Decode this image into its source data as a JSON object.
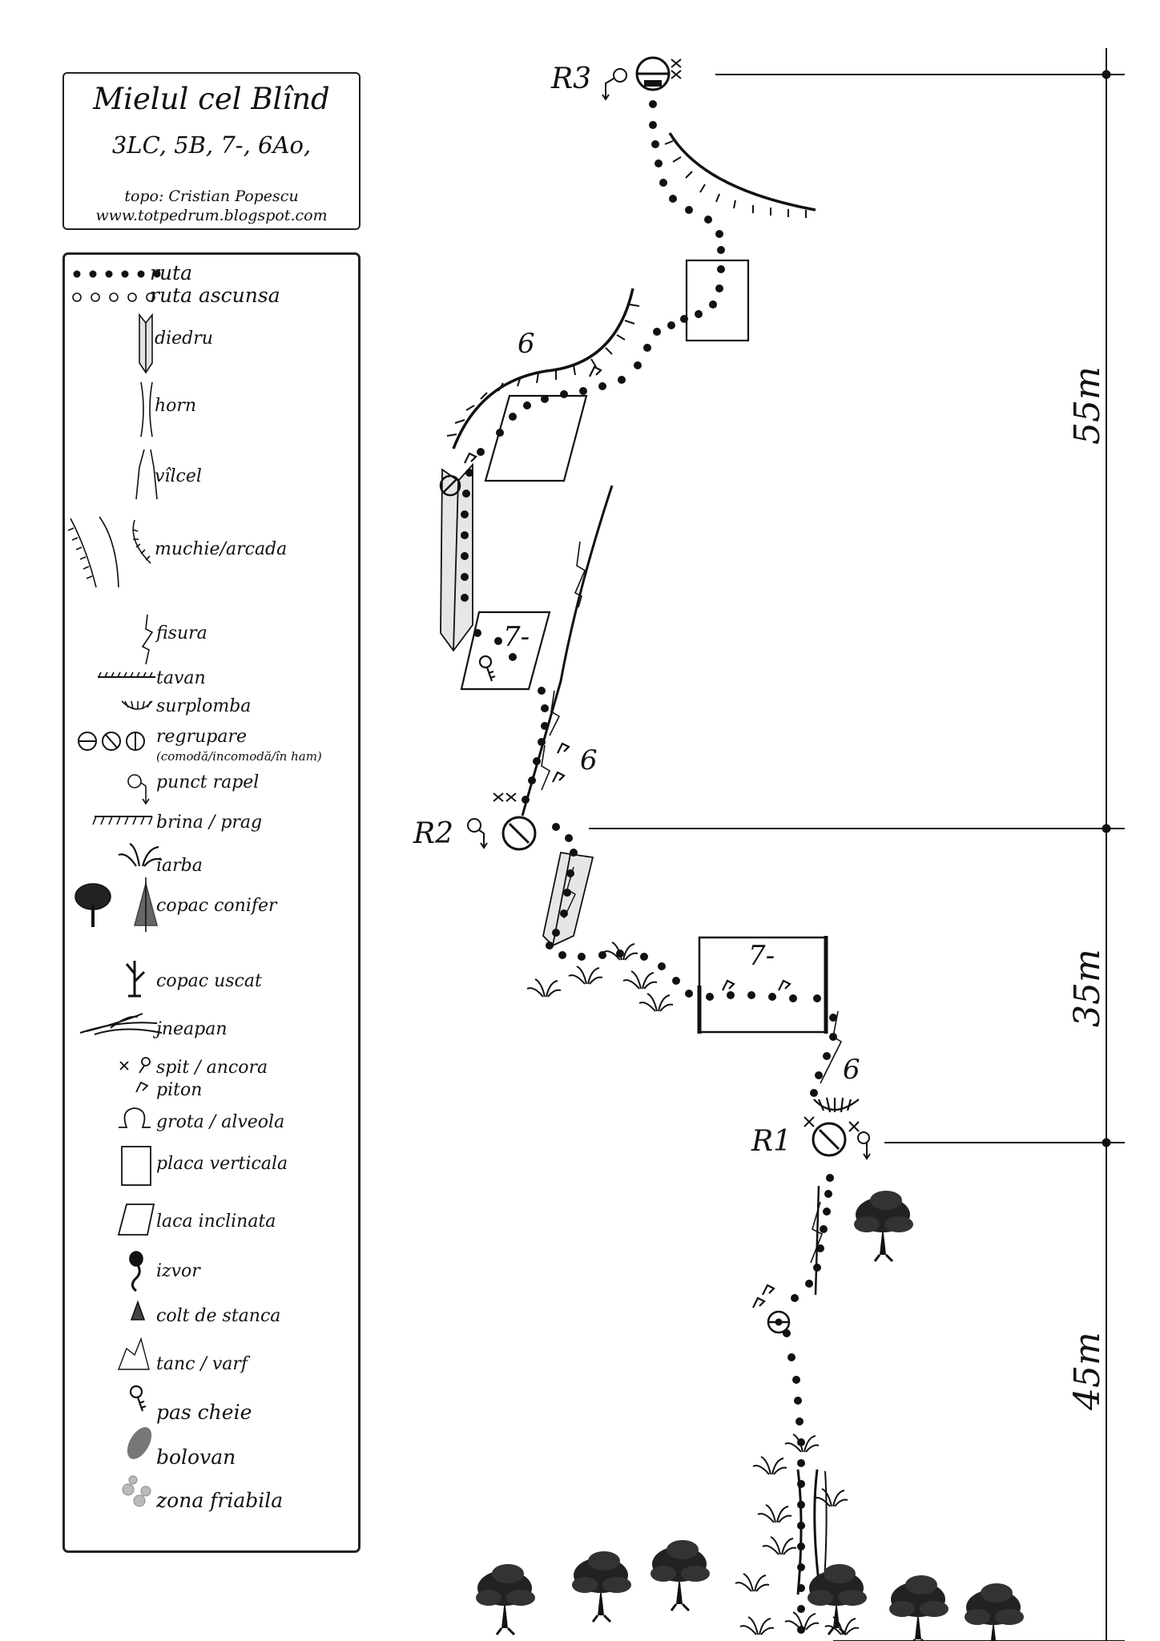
{
  "title": {
    "name": "Mielul cel Blînd",
    "grades": "3LC,  5B,  7-,  6Ao,",
    "author": "topo: Cristian Popescu",
    "website": "www.totpedrum.blogspot.com"
  },
  "legend": {
    "items": [
      {
        "icon": "route-dots-icon",
        "label": "ruta"
      },
      {
        "icon": "hidden-route-circles-icon",
        "label": "ruta ascunsa"
      },
      {
        "icon": "dihedral-icon",
        "label": "diedru"
      },
      {
        "icon": "chimney-icon",
        "label": "horn"
      },
      {
        "icon": "gully-icon",
        "label": "vîlcel"
      },
      {
        "icon": "edge-arch-icon",
        "label": "muchie/arcada"
      },
      {
        "icon": "crack-icon",
        "label": "fisura"
      },
      {
        "icon": "roof-icon",
        "label": "tavan"
      },
      {
        "icon": "overhang-icon",
        "label": "surplomba"
      },
      {
        "icon": "belay-icons",
        "label": "regrupare",
        "note": "(comodă/incomodă/în ham)"
      },
      {
        "icon": "rappel-point-icon",
        "label": "punct rapel"
      },
      {
        "icon": "ledge-icon",
        "label": "brina / prag"
      },
      {
        "icon": "grass-icon",
        "label": "iarba"
      },
      {
        "icon": "tree-conifer-icon",
        "label": "copac  conifer"
      },
      {
        "icon": "dead-tree-icon",
        "label": "copac uscat"
      },
      {
        "icon": "dwarf-pine-icon",
        "label": "jneapan"
      },
      {
        "icon": "bolt-anchor-icon",
        "label": "spit / ancora"
      },
      {
        "icon": "piton-icon",
        "label": "piton"
      },
      {
        "icon": "cave-icon",
        "label": "grota / alveola"
      },
      {
        "icon": "vertical-slab-icon",
        "label": "placa verticala"
      },
      {
        "icon": "inclined-slab-icon",
        "label": "laca inclinata"
      },
      {
        "icon": "spring-icon",
        "label": "izvor"
      },
      {
        "icon": "rock-spike-icon",
        "label": "colt de stanca"
      },
      {
        "icon": "tower-peak-icon",
        "label": "tanc / varf"
      },
      {
        "icon": "key-move-icon",
        "label": "pas cheie"
      },
      {
        "icon": "boulder-icon",
        "label": "bolovan"
      },
      {
        "icon": "loose-rock-icon",
        "label": "zona friabila"
      }
    ]
  },
  "topo": {
    "belays": [
      {
        "id": "r3",
        "label": "R3"
      },
      {
        "id": "r2",
        "label": "R2"
      },
      {
        "id": "r1",
        "label": "R1"
      }
    ],
    "grades": {
      "upper_arch": "6",
      "upper_slab": "7-",
      "crack": "6",
      "lower_box": "7-",
      "r1_pitch": "6"
    },
    "pitch_lengths": [
      "55m",
      "35m",
      "45m"
    ]
  },
  "colors": {
    "ink": "#111111",
    "slab_fill": "#e6e6e6"
  }
}
